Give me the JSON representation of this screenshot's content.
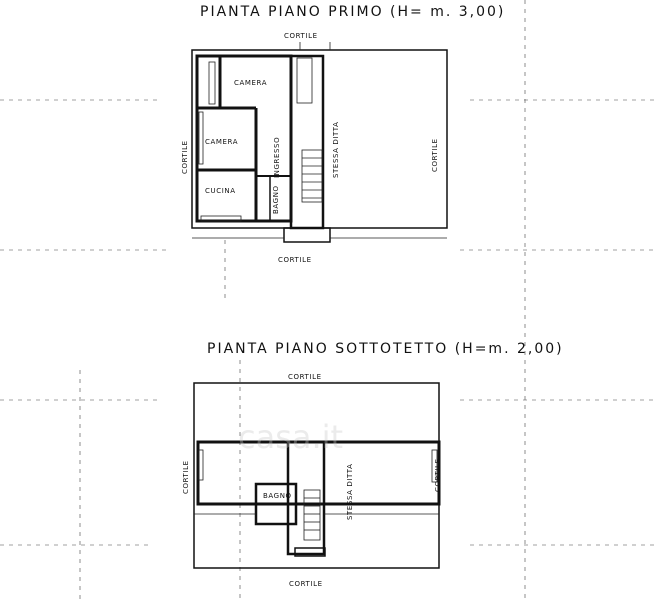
{
  "titles": {
    "first_floor": "PIANTA  PIANO  PRIMO (H= m. 3,00)",
    "attic_floor": "PIANTA  PIANO  SOTTOTETTO (H=m. 2,00)"
  },
  "first_floor": {
    "courtyard_top": "CORTILE",
    "courtyard_bottom": "CORTILE",
    "courtyard_left": "CORTILE",
    "courtyard_right": "CORTILE",
    "rooms": {
      "camera_1": "CAMERA",
      "camera_2": "CAMERA",
      "cucina": "CUCINA",
      "ingresso": "INGRESSO",
      "bagno": "BAGNO",
      "stessa_ditta": "STESSA DITTA"
    }
  },
  "attic_floor": {
    "courtyard_top": "CORTILE",
    "courtyard_bottom": "CORTILE",
    "courtyard_left": "CORTILE",
    "courtyard_right": "CORTILE",
    "rooms": {
      "bagno": "BAGNO",
      "stessa_ditta": "STESSA DITTA"
    }
  },
  "watermark": "casa.it"
}
